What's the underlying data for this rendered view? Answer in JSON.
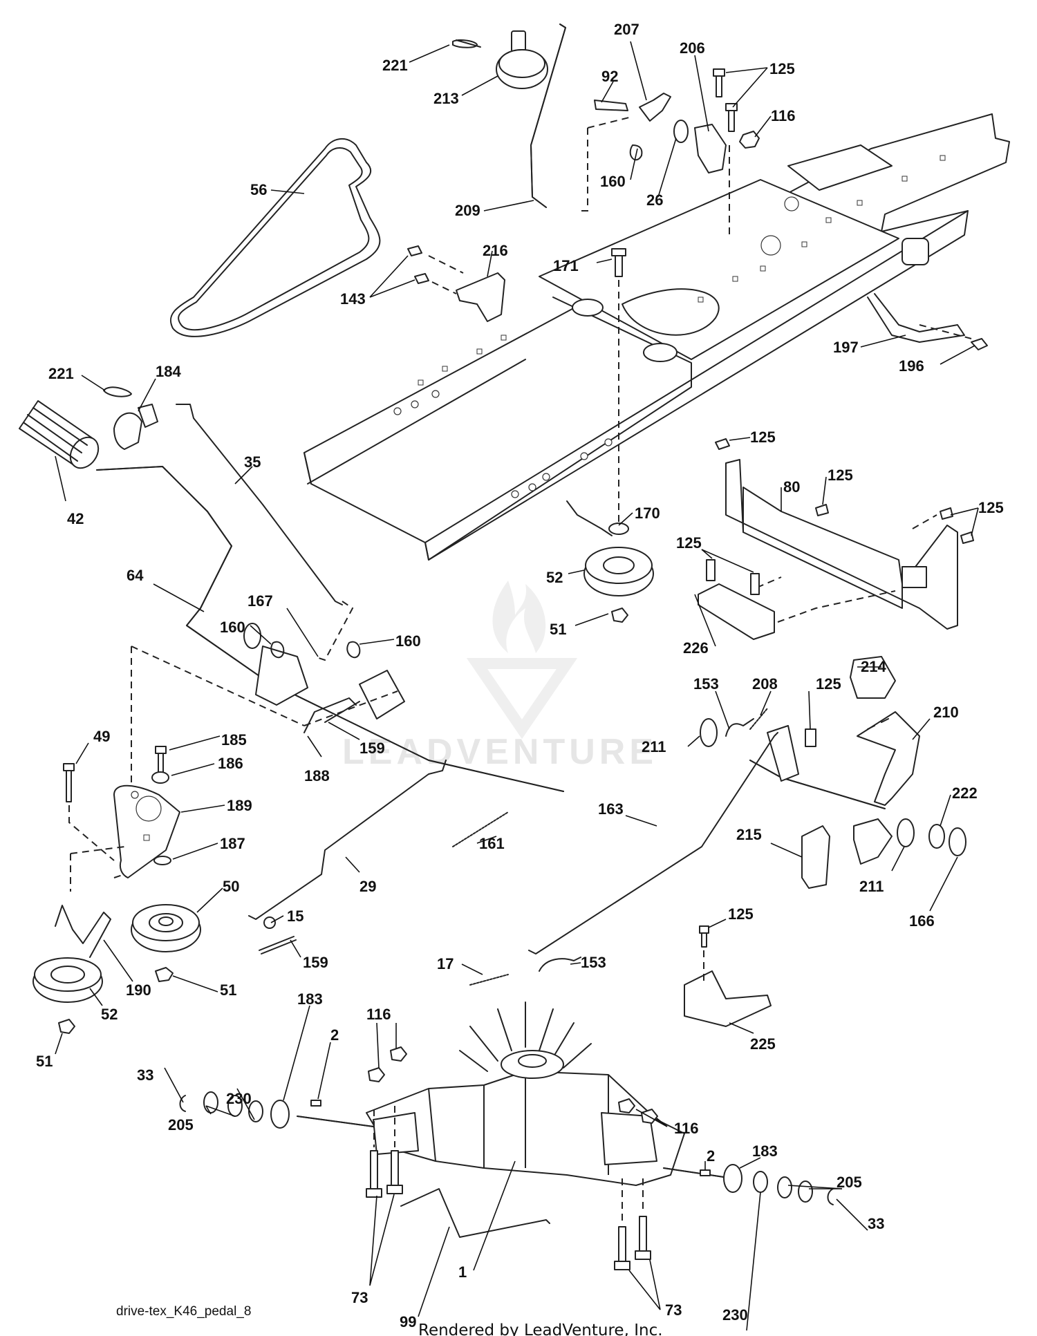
{
  "diagram": {
    "id_label": "drive-tex_K46_pedal_8",
    "footer": "Rendered by LeadVenture, Inc.",
    "watermark": "LEADVENTURE"
  },
  "callouts": [
    {
      "key": "221a",
      "text": "221"
    },
    {
      "key": "213",
      "text": "213"
    },
    {
      "key": "207",
      "text": "207"
    },
    {
      "key": "206",
      "text": "206"
    },
    {
      "key": "125a",
      "text": "125"
    },
    {
      "key": "92",
      "text": "92"
    },
    {
      "key": "116a",
      "text": "116"
    },
    {
      "key": "160a",
      "text": "160"
    },
    {
      "key": "26",
      "text": "26"
    },
    {
      "key": "56",
      "text": "56"
    },
    {
      "key": "209",
      "text": "209"
    },
    {
      "key": "216",
      "text": "216"
    },
    {
      "key": "171",
      "text": "171"
    },
    {
      "key": "143",
      "text": "143"
    },
    {
      "key": "197",
      "text": "197"
    },
    {
      "key": "196",
      "text": "196"
    },
    {
      "key": "221b",
      "text": "221"
    },
    {
      "key": "184",
      "text": "184"
    },
    {
      "key": "35",
      "text": "35"
    },
    {
      "key": "42",
      "text": "42"
    },
    {
      "key": "125b",
      "text": "125"
    },
    {
      "key": "125c",
      "text": "125"
    },
    {
      "key": "80",
      "text": "80"
    },
    {
      "key": "125d",
      "text": "125"
    },
    {
      "key": "170",
      "text": "170"
    },
    {
      "key": "125e",
      "text": "125"
    },
    {
      "key": "52a",
      "text": "52"
    },
    {
      "key": "64",
      "text": "64"
    },
    {
      "key": "167",
      "text": "167"
    },
    {
      "key": "160b",
      "text": "160"
    },
    {
      "key": "160c",
      "text": "160"
    },
    {
      "key": "51a",
      "text": "51"
    },
    {
      "key": "226",
      "text": "226"
    },
    {
      "key": "214",
      "text": "214"
    },
    {
      "key": "153a",
      "text": "153"
    },
    {
      "key": "208",
      "text": "208"
    },
    {
      "key": "125f",
      "text": "125"
    },
    {
      "key": "210",
      "text": "210"
    },
    {
      "key": "49",
      "text": "49"
    },
    {
      "key": "185",
      "text": "185"
    },
    {
      "key": "159a",
      "text": "159"
    },
    {
      "key": "211a",
      "text": "211"
    },
    {
      "key": "186",
      "text": "186"
    },
    {
      "key": "188",
      "text": "188"
    },
    {
      "key": "189",
      "text": "189"
    },
    {
      "key": "163",
      "text": "163"
    },
    {
      "key": "222",
      "text": "222"
    },
    {
      "key": "187",
      "text": "187"
    },
    {
      "key": "161",
      "text": "161"
    },
    {
      "key": "215",
      "text": "215"
    },
    {
      "key": "50",
      "text": "50"
    },
    {
      "key": "29",
      "text": "29"
    },
    {
      "key": "211b",
      "text": "211"
    },
    {
      "key": "166",
      "text": "166"
    },
    {
      "key": "15",
      "text": "15"
    },
    {
      "key": "125g",
      "text": "125"
    },
    {
      "key": "159b",
      "text": "159"
    },
    {
      "key": "17",
      "text": "17"
    },
    {
      "key": "153b",
      "text": "153"
    },
    {
      "key": "190",
      "text": "190"
    },
    {
      "key": "51b",
      "text": "51"
    },
    {
      "key": "52b",
      "text": "52"
    },
    {
      "key": "183a",
      "text": "183"
    },
    {
      "key": "116b",
      "text": "116"
    },
    {
      "key": "225",
      "text": "225"
    },
    {
      "key": "51c",
      "text": "51"
    },
    {
      "key": "2a",
      "text": "2"
    },
    {
      "key": "33a",
      "text": "33"
    },
    {
      "key": "205a",
      "text": "205"
    },
    {
      "key": "230a",
      "text": "230"
    },
    {
      "key": "116c",
      "text": "116"
    },
    {
      "key": "2b",
      "text": "2"
    },
    {
      "key": "183b",
      "text": "183"
    },
    {
      "key": "205b",
      "text": "205"
    },
    {
      "key": "1",
      "text": "1"
    },
    {
      "key": "73a",
      "text": "73"
    },
    {
      "key": "33b",
      "text": "33"
    },
    {
      "key": "99",
      "text": "99"
    },
    {
      "key": "73b",
      "text": "73"
    },
    {
      "key": "230b",
      "text": "230"
    }
  ]
}
